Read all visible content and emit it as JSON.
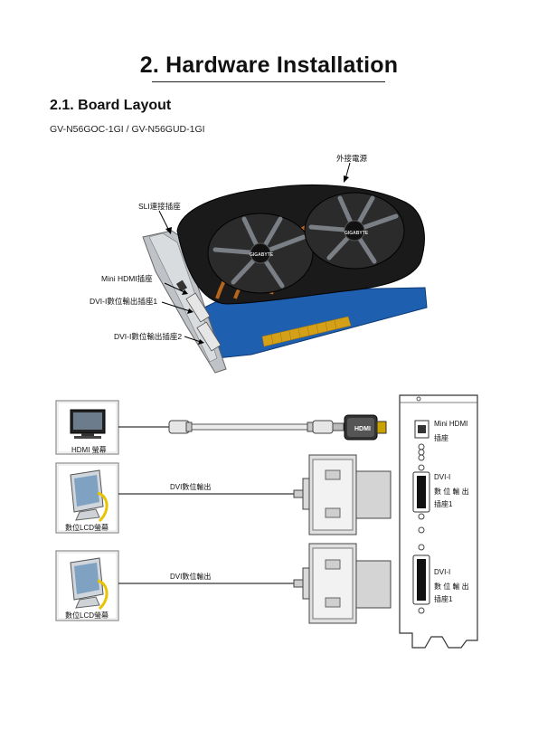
{
  "page": {
    "title": "2. Hardware Installation",
    "section_title": "2.1. Board Layout",
    "model_line": "GV-N56GOC-1GI / GV-N56GUD-1GI"
  },
  "board_labels": {
    "power": "外接電源",
    "sli": "SLI連接插座",
    "mini_hdmi": "Mini HDMI插座",
    "dvi1": "DVI-I數位輸出插座1",
    "dvi2": "DVI-I數位輸出插座2",
    "brand": "GIGABYTE"
  },
  "connection_diagram": {
    "hdmi_monitor_label": "HDMI 螢幕",
    "hdmi_adapter_text": "HDMI",
    "lcd1_label": "數位LCD螢幕",
    "lcd2_label": "數位LCD螢幕",
    "dvi_cable1_label": "DVI數位輸出",
    "dvi_cable2_label": "DVI數位輸出",
    "bracket_mini_hdmi_line1": "Mini HDMI",
    "bracket_mini_hdmi_line2": "插座",
    "bracket_dvi1_line1": "DVI-I",
    "bracket_dvi1_line2": "數 位 輸 出",
    "bracket_dvi1_line3": "插座1",
    "bracket_dvi2_line1": "DVI-I",
    "bracket_dvi2_line2": "數 位 輸 出",
    "bracket_dvi2_line3": "插座1"
  },
  "colors": {
    "fan_shroud": "#1a1a1a",
    "pcb": "#1f5fb0",
    "gold_contacts": "#d4a017",
    "heatpipe": "#b5651d",
    "lcd_accent": "#e8c400"
  }
}
